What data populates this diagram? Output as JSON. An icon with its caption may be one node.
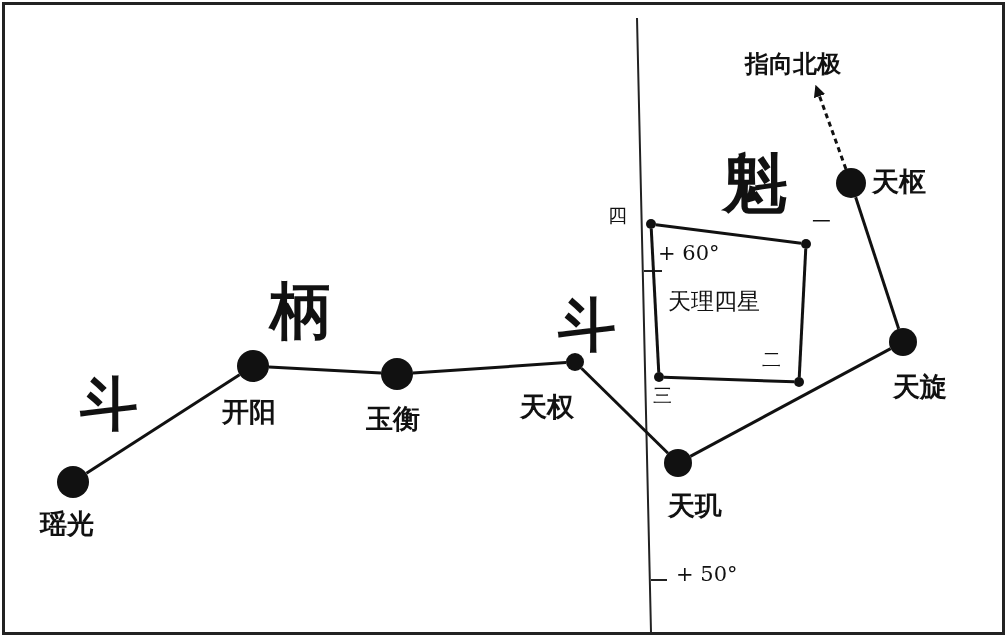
{
  "diagram": {
    "nodes": [
      {
        "text": [],
        "shape": "circle",
        "beside": [
          "瑶光"
        ]
      },
      {
        "text": [],
        "shape": "circle",
        "beside": [
          "开阳"
        ]
      },
      {
        "text": [],
        "shape": "circle",
        "beside": [
          "玉衡"
        ]
      },
      {
        "text": [],
        "shape": "circle",
        "beside": [
          "天权"
        ]
      },
      {
        "text": [],
        "shape": "circle",
        "beside": [
          "天玑"
        ]
      },
      {
        "text": [],
        "shape": "circle",
        "beside": [
          "天旋"
        ]
      },
      {
        "text": [],
        "shape": "circle",
        "beside": [
          "天枢"
        ]
      },
      {
        "text": [
          "指向北极"
        ]
      },
      {
        "text": [],
        "shape": "circle",
        "beside": [
          "四"
        ]
      },
      {
        "text": [],
        "shape": "circle",
        "beside": [
          "一"
        ]
      },
      {
        "text": [],
        "shape": "circle",
        "beside": [
          "二"
        ]
      },
      {
        "text": [],
        "shape": "circle",
        "beside": [
          "三"
        ]
      }
    ],
    "edges": [
      {
        "from": 0,
        "to": 1,
        "arrow": "none"
      },
      {
        "from": 1,
        "to": 2,
        "arrow": "none"
      },
      {
        "from": 2,
        "to": 3,
        "arrow": "none"
      },
      {
        "from": 3,
        "to": 4,
        "arrow": "none"
      },
      {
        "from": 4,
        "to": 5,
        "arrow": "none"
      },
      {
        "from": 5,
        "to": 6,
        "arrow": "none"
      },
      {
        "from": 6,
        "to": 7,
        "arrow": "to",
        "style": "dashed"
      },
      {
        "from": 8,
        "to": 9,
        "arrow": "none"
      },
      {
        "from": 9,
        "to": 10,
        "arrow": "none"
      },
      {
        "from": 10,
        "to": 11,
        "arrow": "none"
      },
      {
        "from": 11,
        "to": 8,
        "arrow": "none"
      }
    ],
    "labels": [
      "魁",
      "+ 60°",
      "天理四星",
      "柄",
      "斗",
      "斗",
      "+ 50°"
    ]
  }
}
